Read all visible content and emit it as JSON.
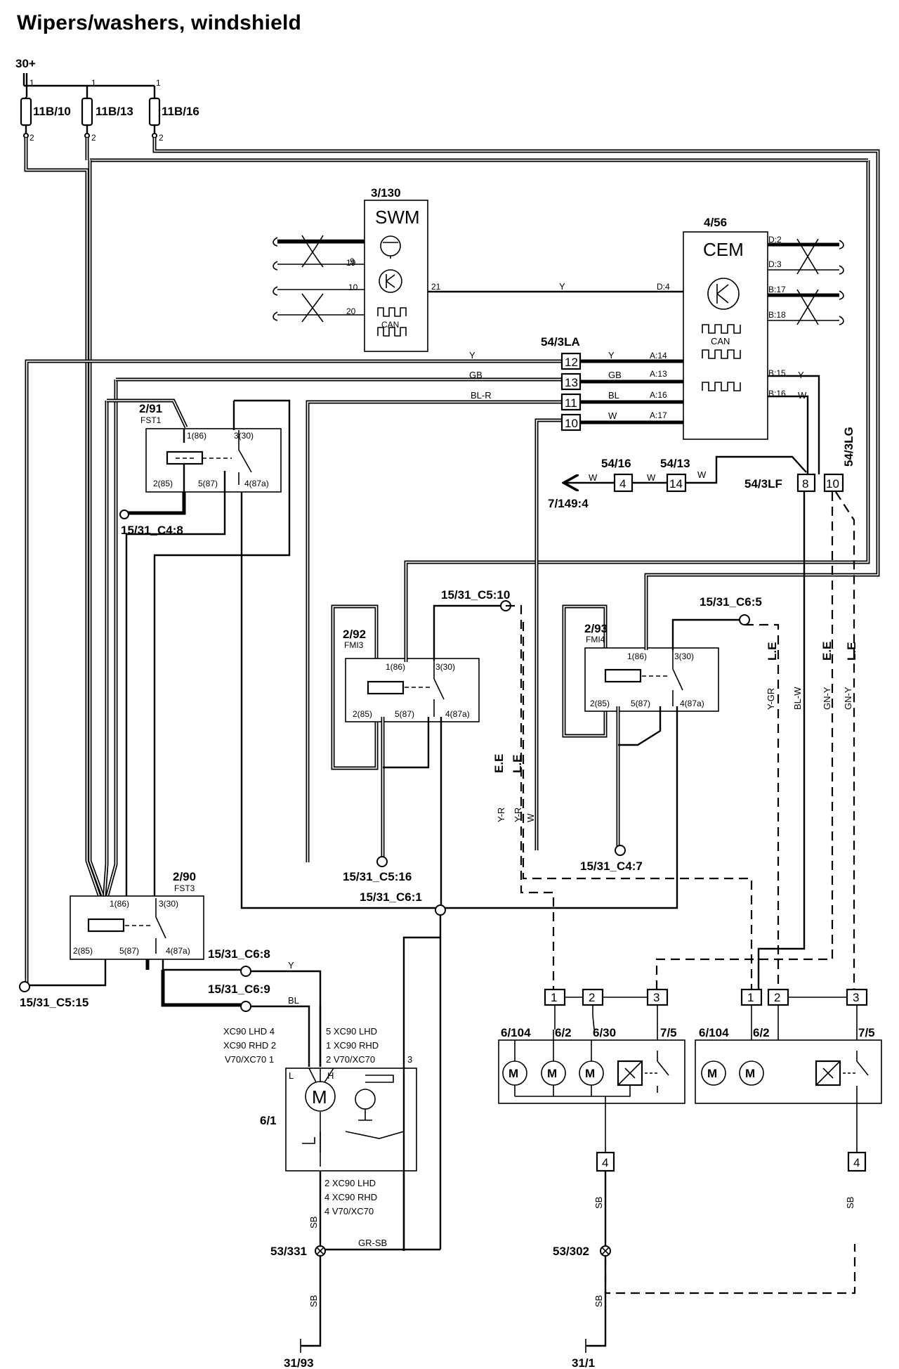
{
  "title": "Wipers/washers, windshield",
  "supply": "30+",
  "fuses": [
    {
      "id": "11B/10",
      "pin_top": "1",
      "pin_bottom": "2"
    },
    {
      "id": "11B/13",
      "pin_top": "1",
      "pin_bottom": "2"
    },
    {
      "id": "11B/16",
      "pin_top": "1",
      "pin_bottom": "2"
    }
  ],
  "swm": {
    "id": "3/130",
    "name": "SWM",
    "pins": [
      "9",
      "19",
      "10",
      "20",
      "21"
    ],
    "can": "CAN"
  },
  "cem": {
    "id": "4/56",
    "name": "CEM",
    "can": "CAN",
    "pins": [
      "D:2",
      "D:3",
      "B:17",
      "B:18",
      "D:4",
      "A:14",
      "A:13",
      "A:16",
      "A:17",
      "B:15",
      "B:16"
    ]
  },
  "connectors": {
    "c54_3la": {
      "id": "54/3LA",
      "pins": [
        "12",
        "13",
        "11",
        "10"
      ]
    },
    "c54_16": {
      "id": "54/16",
      "pin": "4"
    },
    "c54_13": {
      "id": "54/13",
      "pin": "14"
    },
    "c54_3lf": {
      "id": "54/3LF",
      "pin": "8"
    },
    "c54_3lg": {
      "id": "54/3LG",
      "pin": "10"
    },
    "ref_7_149": "7/149:4"
  },
  "wire_colors": {
    "y": "Y",
    "gb": "GB",
    "bl_r": "BL-R",
    "w": "W",
    "bl": "BL",
    "y_gr": "Y-GR",
    "bl_w": "BL-W",
    "gn_y": "GN-Y",
    "y_r": "Y-R",
    "sb": "SB",
    "gr_sb": "GR-SB"
  },
  "relays": [
    {
      "id": "2/91",
      "name": "FST1",
      "p86": "1(86)",
      "p30": "3(30)",
      "p85": "2(85)",
      "p87": "5(87)",
      "p87a": "4(87a)"
    },
    {
      "id": "2/92",
      "name": "FMI3",
      "p86": "1(86)",
      "p30": "3(30)",
      "p85": "2(85)",
      "p87": "5(87)",
      "p87a": "4(87a)"
    },
    {
      "id": "2/93",
      "name": "FMI4",
      "p86": "1(86)",
      "p30": "3(30)",
      "p85": "2(85)",
      "p87": "5(87)",
      "p87a": "4(87a)"
    },
    {
      "id": "2/90",
      "name": "FST3",
      "p86": "1(86)",
      "p30": "3(30)",
      "p85": "2(85)",
      "p87": "5(87)",
      "p87a": "4(87a)"
    }
  ],
  "terminals": {
    "c4_8": "15/31_C4:8",
    "c5_10": "15/31_C5:10",
    "c6_5": "15/31_C6:5",
    "c5_16": "15/31_C5:16",
    "c4_7": "15/31_C4:7",
    "c6_1": "15/31_C6:1",
    "c6_8": "15/31_C6:8",
    "c6_9": "15/31_C6:9",
    "c5_15": "15/31_C5:15"
  },
  "markers": {
    "le": "L.E",
    "ee": "E.E"
  },
  "motor": {
    "id": "6/1",
    "left_pins": [
      "XC90 LHD 4",
      "XC90 RHD 2",
      "V70/XC70 1"
    ],
    "right_pins": [
      "5 XC90 LHD",
      "1 XC90 RHD",
      "2 V70/XC70"
    ],
    "pin3": "3",
    "bottom_pins": [
      "2 XC90 LHD",
      "4 XC90 RHD",
      "4 V70/XC70"
    ],
    "lh": [
      "L",
      "H"
    ],
    "motor_glyph": "M"
  },
  "washer_left": {
    "pins": [
      "1",
      "2",
      "3"
    ],
    "parts": [
      "6/104",
      "6/2",
      "6/30",
      "7/5"
    ],
    "conn": "4"
  },
  "washer_right": {
    "pins": [
      "1",
      "2",
      "3"
    ],
    "parts": [
      "6/104",
      "6/2",
      "7/5"
    ],
    "conn": "4"
  },
  "grounds": {
    "g53_331": "53/331",
    "g53_302": "53/302",
    "g31_93": "31/93",
    "g31_1": "31/1"
  }
}
